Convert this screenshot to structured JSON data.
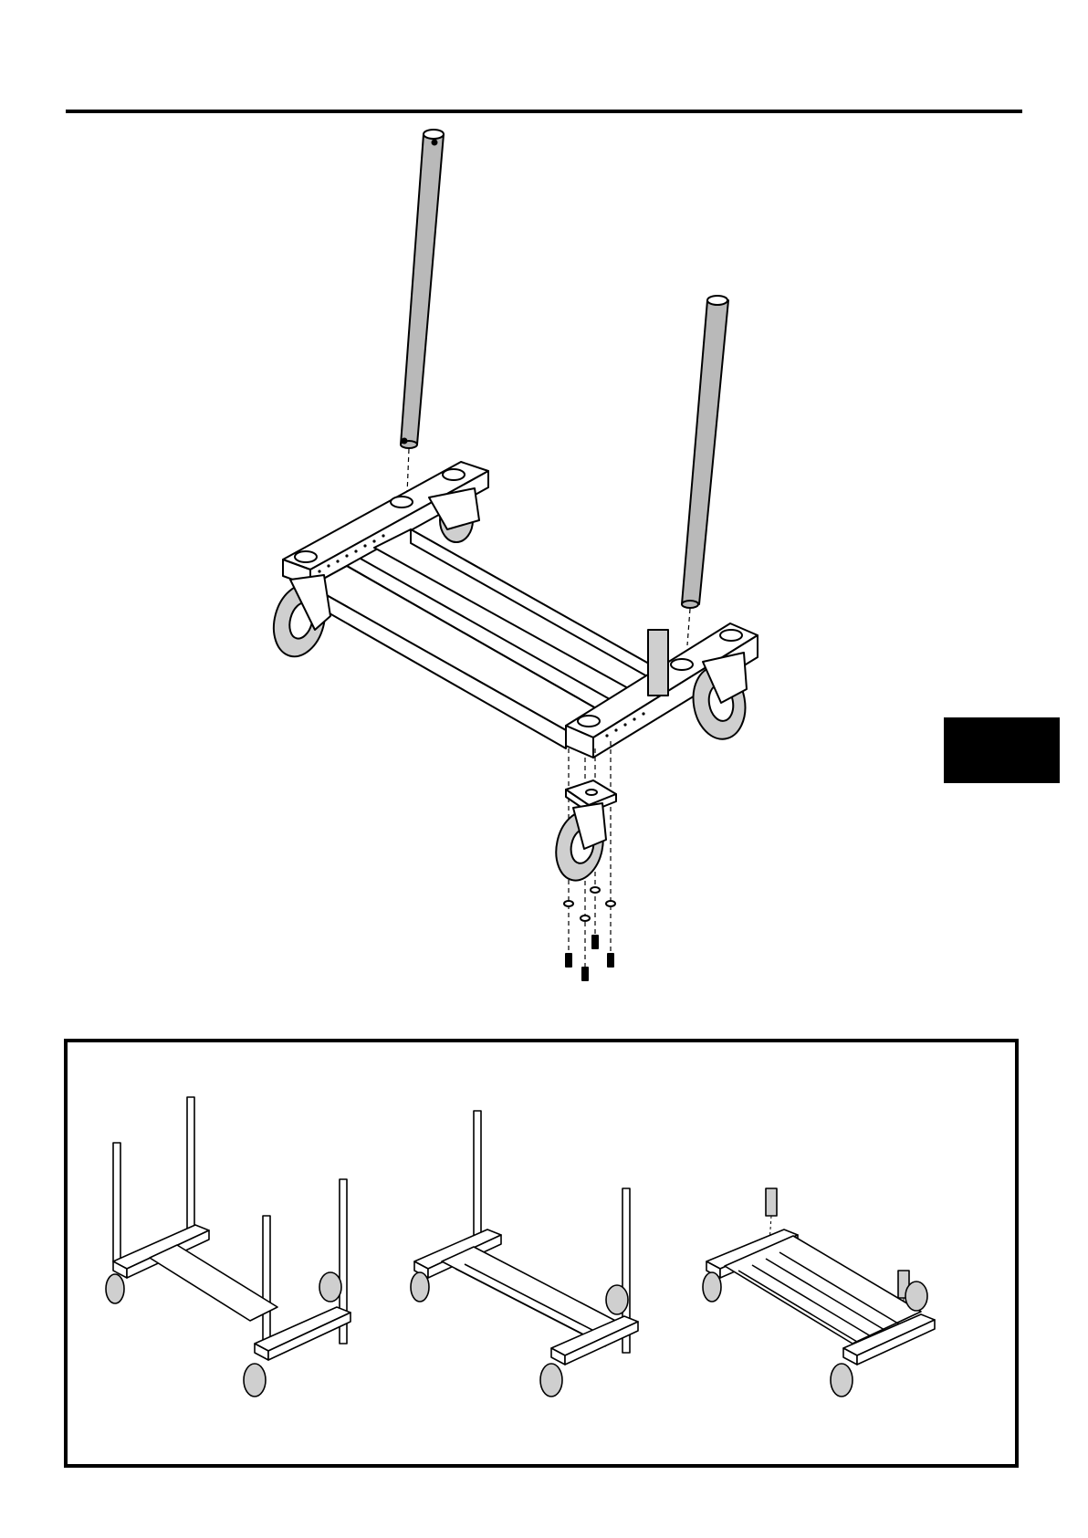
{
  "page": {
    "figures": [
      {
        "name": "main-assembly",
        "parts": [
          "upright-pole",
          "upright-pole",
          "base-frame",
          "caster-wheel",
          "washer",
          "bolt"
        ]
      },
      {
        "name": "configuration-four-poles"
      },
      {
        "name": "configuration-two-poles"
      },
      {
        "name": "configuration-short-posts"
      }
    ]
  },
  "colors": {
    "ink": "#000000",
    "pole_fill": "#b9b9b9",
    "wheel_fill": "#cfcfcf",
    "tab": "#000000"
  }
}
